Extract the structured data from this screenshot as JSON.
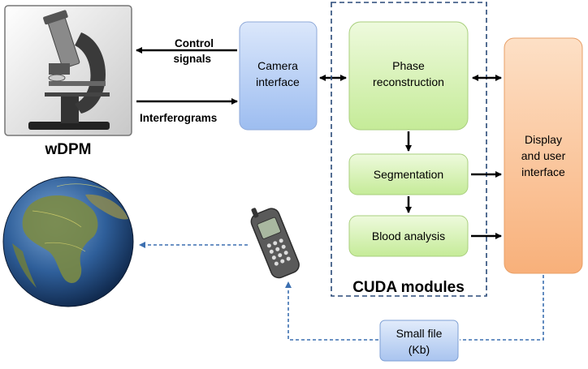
{
  "labels": {
    "microscope": "wDPM",
    "control_line1": "Control",
    "control_line2": "signals",
    "interferograms": "Interferograms",
    "camera_line1": "Camera",
    "camera_line2": "interface",
    "phase_line1": "Phase",
    "phase_line2": "reconstruction",
    "segmentation": "Segmentation",
    "blood": "Blood analysis",
    "display_line1": "Display",
    "display_line2": "and user",
    "display_line3": "interface",
    "cuda": "CUDA modules",
    "smallfile_line1": "Small file",
    "smallfile_line2": "(Kb)"
  },
  "icons": [
    "microscope-icon",
    "globe-icon",
    "phone-icon"
  ],
  "colors": {
    "camera_fill": "#b8d0f4",
    "green_fill": "#d8f2b8",
    "display_fill": "#fbc9a0",
    "smallfile_fill": "#c5d8f7",
    "dashed_blue": "#3c6fb0",
    "cuda_border": "#2a4a78"
  }
}
